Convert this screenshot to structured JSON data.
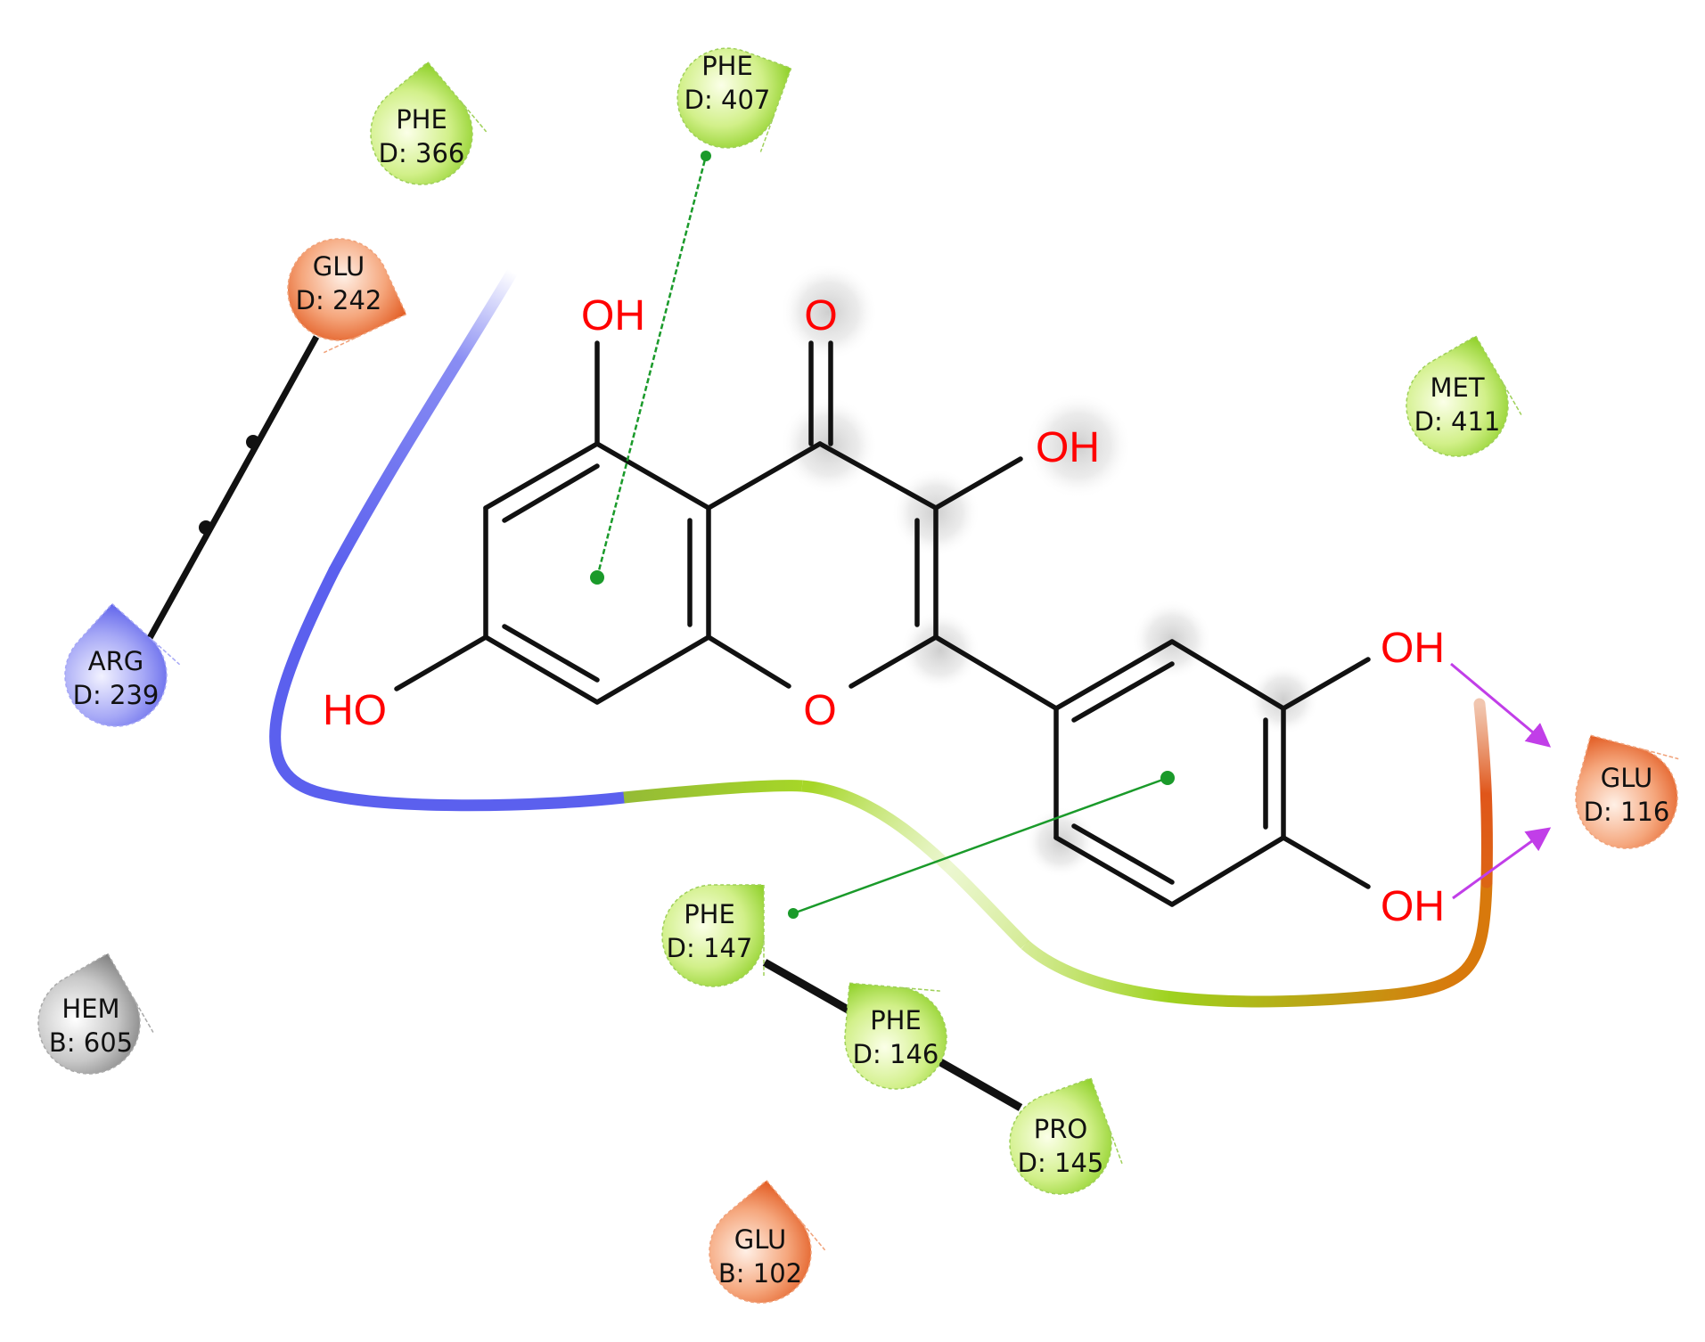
{
  "residues": [
    {
      "id": "phe366",
      "name": "PHE",
      "chain_num": "D: 366",
      "type": "hydrophobic"
    },
    {
      "id": "phe407",
      "name": "PHE",
      "chain_num": "D: 407",
      "type": "hydrophobic"
    },
    {
      "id": "glu242",
      "name": "GLU",
      "chain_num": "D: 242",
      "type": "negative"
    },
    {
      "id": "arg239",
      "name": "ARG",
      "chain_num": "D: 239",
      "type": "positive"
    },
    {
      "id": "met411",
      "name": "MET",
      "chain_num": "D: 411",
      "type": "hydrophobic"
    },
    {
      "id": "glu116",
      "name": "GLU",
      "chain_num": "D: 116",
      "type": "negative"
    },
    {
      "id": "phe147",
      "name": "PHE",
      "chain_num": "D: 147",
      "type": "hydrophobic"
    },
    {
      "id": "phe146",
      "name": "PHE",
      "chain_num": "D: 146",
      "type": "hydrophobic"
    },
    {
      "id": "pro145",
      "name": "PRO",
      "chain_num": "D: 145",
      "type": "hydrophobic"
    },
    {
      "id": "hem605",
      "name": "HEM",
      "chain_num": "B: 605",
      "type": "other"
    },
    {
      "id": "glu102",
      "name": "GLU",
      "chain_num": "B: 102",
      "type": "negative"
    }
  ],
  "atoms": {
    "oh_5": "OH",
    "o_carbonyl": "O",
    "oh_3": "OH",
    "ho_7": "HO",
    "o_ring": "O",
    "oh_3p": "OH",
    "oh_4p": "OH"
  },
  "colors": {
    "hydrophobic": "#8ed11e",
    "negative": "#e85a1c",
    "positive": "#6b70f0",
    "other": "#8a8a8a",
    "pi_interaction": "#1a9a2a",
    "hbond": "#c13ee8",
    "atom_oxygen": "#ff0000",
    "bond": "#111111"
  }
}
